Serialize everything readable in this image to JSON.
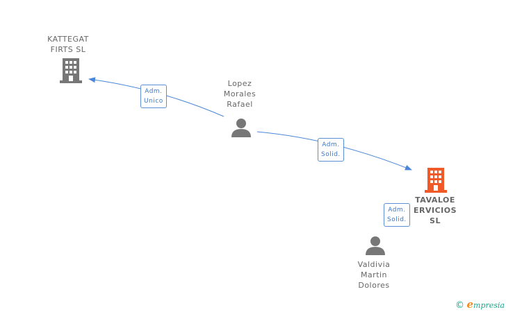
{
  "nodes": {
    "kattegat": {
      "lines": [
        "KATTEGAT",
        "FIRTS SL"
      ],
      "type": "company"
    },
    "lopez": {
      "lines": [
        "Lopez",
        "Morales",
        "Rafael"
      ],
      "type": "person"
    },
    "tavaloe": {
      "lines": [
        "TAVALOE",
        "ERVICIOS",
        "SL"
      ],
      "type": "company-main"
    },
    "valdivia": {
      "lines": [
        "Valdivia",
        "Martin",
        "Dolores"
      ],
      "type": "person"
    }
  },
  "edges": {
    "unico": {
      "lines": [
        "Adm.",
        "Unico"
      ]
    },
    "solid1": {
      "lines": [
        "Adm.",
        "Solid."
      ]
    },
    "solid2": {
      "lines": [
        "Adm.",
        "Solid."
      ]
    }
  },
  "colors": {
    "company": "#777777",
    "company_main": "#f05a28",
    "person": "#777777",
    "edge": "#4a86d8"
  },
  "footer": {
    "copyright": "©",
    "brand_e": "e",
    "brand_rest": "mpresia"
  }
}
